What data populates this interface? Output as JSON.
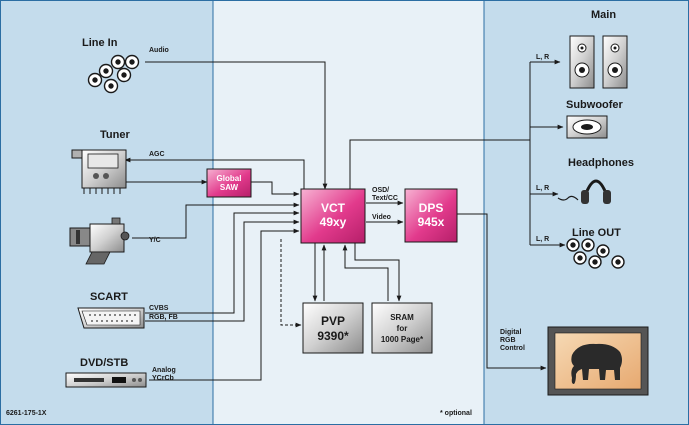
{
  "sources": {
    "line_in": {
      "title": "Line In",
      "signal": "Audio"
    },
    "tuner": {
      "title": "Tuner",
      "signal": "AGC"
    },
    "camera": {
      "signal": "Y/C"
    },
    "scart": {
      "title": "SCART",
      "signal1": "CVBS",
      "signal2": "RGB, FB"
    },
    "dvd": {
      "title": "DVD/STB",
      "signal1": "Analog",
      "signal2": "YCrCb"
    }
  },
  "blocks": {
    "global_saw": {
      "line1": "Global",
      "line2": "SAW"
    },
    "vct": {
      "line1": "VCT",
      "line2": "49xy"
    },
    "dps": {
      "line1": "DPS",
      "line2": "945x"
    },
    "pvp": {
      "line1": "PVP",
      "line2": "9390*"
    },
    "sram": {
      "line1": "SRAM",
      "line2": "for",
      "line3": "1000 Page*"
    }
  },
  "signals": {
    "osd1": "OSD/",
    "osd2": "Text/CC",
    "video": "Video",
    "lr_main": "L, R",
    "lr_headphones": "L, R",
    "lr_lineout": "L, R",
    "digital1": "Digital",
    "digital2": "RGB",
    "digital3": "Control"
  },
  "outputs": {
    "main": "Main",
    "subwoofer": "Subwoofer",
    "headphones": "Headphones",
    "line_out": "Line OUT"
  },
  "footer": {
    "code": "6261-175-1X",
    "note": "* optional"
  },
  "colors": {
    "panel_blue": "#c4dcec",
    "center_panel": "#e8f1f7",
    "block_pink": "#e23a8c",
    "frame": "#2b6ea3"
  }
}
